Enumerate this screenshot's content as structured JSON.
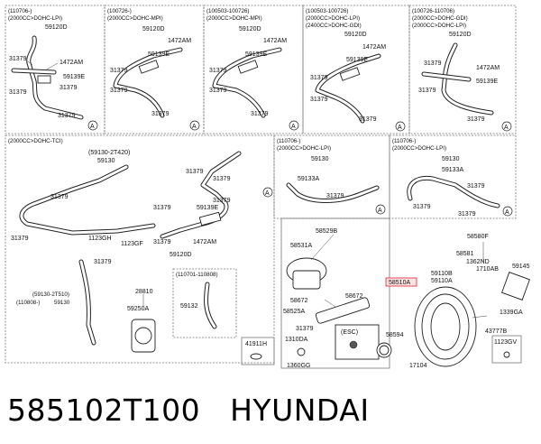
{
  "panels": [
    {
      "h1": "(110706-)",
      "h2": "(2000CC>DOHC-LPI)",
      "h3": "",
      "part": "59120D",
      "labels": [
        "31379",
        "1472AM",
        "59139E",
        "31379",
        "31379",
        "31379"
      ],
      "ref": "A"
    },
    {
      "h1": "(100726-)",
      "h2": "(2000CC>DOHC-MPI)",
      "h3": "",
      "part": "59120D",
      "labels": [
        "1472AM",
        "59139E",
        "31379",
        "31379",
        "31379"
      ],
      "ref": "A"
    },
    {
      "h1": "(100503-100726)",
      "h2": "(2000CC>DOHC-MPI)",
      "h3": "",
      "part": "59120D",
      "labels": [
        "1472AM",
        "59139E",
        "31379",
        "31379",
        "31379"
      ],
      "ref": "A"
    },
    {
      "h1": "(100503-100726)",
      "h2": "(2000CC>DOHC-LPI)",
      "h3": "(2400CC>DOHC-GDI)",
      "part": "59120D",
      "labels": [
        "1472AM",
        "59139E",
        "31379",
        "31379",
        "31379"
      ],
      "ref": "A"
    },
    {
      "h1": "(100726-110706)",
      "h2": "(2000CC>DOHC-GDI)",
      "h3": "(2000CC>DOHC-LPI)",
      "part": "59120D",
      "labels": [
        "31379",
        "1472AM",
        "59139E",
        "31379",
        "31379"
      ],
      "ref": "A"
    }
  ],
  "tci": {
    "h1": "(2000CC>DOHC-TCI)",
    "sub1": "(59130-2T420)",
    "sub2": "59130",
    "labels": [
      "31379",
      "31379",
      "31379",
      "31379",
      "59139E",
      "31379",
      "31379",
      "1472AM",
      "59120D",
      "1123GH",
      "1123GF",
      "31379",
      "31379"
    ],
    "sub3": "(59130-2T510)",
    "sub4": "(110808-)",
    "sub4b": "59130",
    "p28810": "28810",
    "p59250": "59250A",
    "ref": "A"
  },
  "lpi1": {
    "h1": "(110706-)",
    "h2": "(2000CC>DOHC-LPI)",
    "part": "59130",
    "labels": [
      "59133A",
      "31379"
    ],
    "ref": "A"
  },
  "lpi2": {
    "h1": "(110706-)",
    "h2": "(2000CC>DOHC-LPI)",
    "part": "59130",
    "labels": [
      "59133A",
      "31379",
      "31379",
      "31379"
    ],
    "ref": "A"
  },
  "hose59132": {
    "h1": "(110701-110808)",
    "part": "59132"
  },
  "master": {
    "labels": [
      "58529B",
      "58531A",
      "58510A",
      "58672",
      "58672",
      "58525A",
      "31379"
    ],
    "esc": "(ESC)"
  },
  "small": {
    "a": "41911H",
    "b": "1310DA",
    "c": "1360GG",
    "d": "1123GV"
  },
  "booster": {
    "labels": [
      "58580F",
      "58581",
      "1362ND",
      "59110B",
      "59110A",
      "1710AB",
      "59145",
      "1339GA",
      "43777B",
      "58594",
      "17104"
    ]
  },
  "caption": {
    "part_number": "585102T100",
    "brand": "HYUNDAI"
  }
}
